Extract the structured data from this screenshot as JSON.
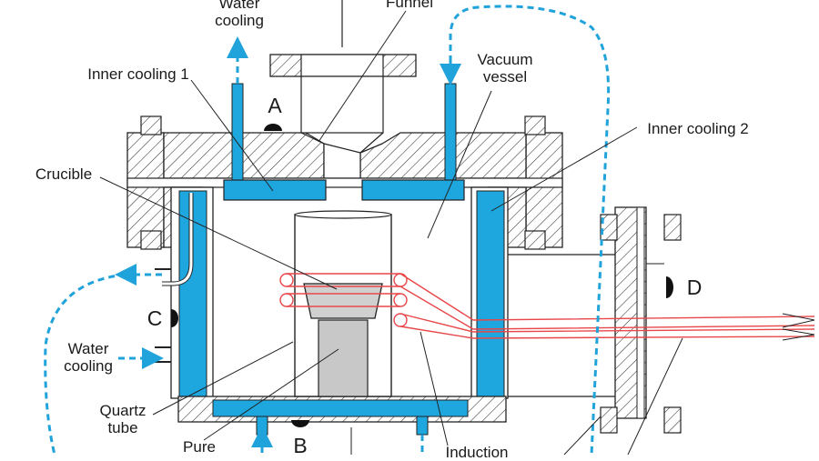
{
  "labels": {
    "water_cooling_top_line1": "Water",
    "water_cooling_top_line2": "cooling",
    "funnel": "Funnel",
    "inner_cooling_1": "Inner cooling 1",
    "vacuum_vessel_line1": "Vacuum",
    "vacuum_vessel_line2": "vessel",
    "inner_cooling_2": "Inner cooling 2",
    "crucible": "Crucible",
    "water_cooling_left_line1": "Water",
    "water_cooling_left_line2": "cooling",
    "quartz_tube_line1": "Quartz",
    "quartz_tube_line2": "tube",
    "pure": "Pure",
    "induction": "Induction",
    "port_a": "A",
    "port_b": "B",
    "port_c": "C",
    "port_d": "D"
  },
  "colors": {
    "coolant": "#1ea7df",
    "flow_arrow": "#1fa3da",
    "induction_coil": "#e8474a",
    "hatch": "#333333",
    "ingot": "#c8c8c8",
    "port_marker": "#111111"
  }
}
